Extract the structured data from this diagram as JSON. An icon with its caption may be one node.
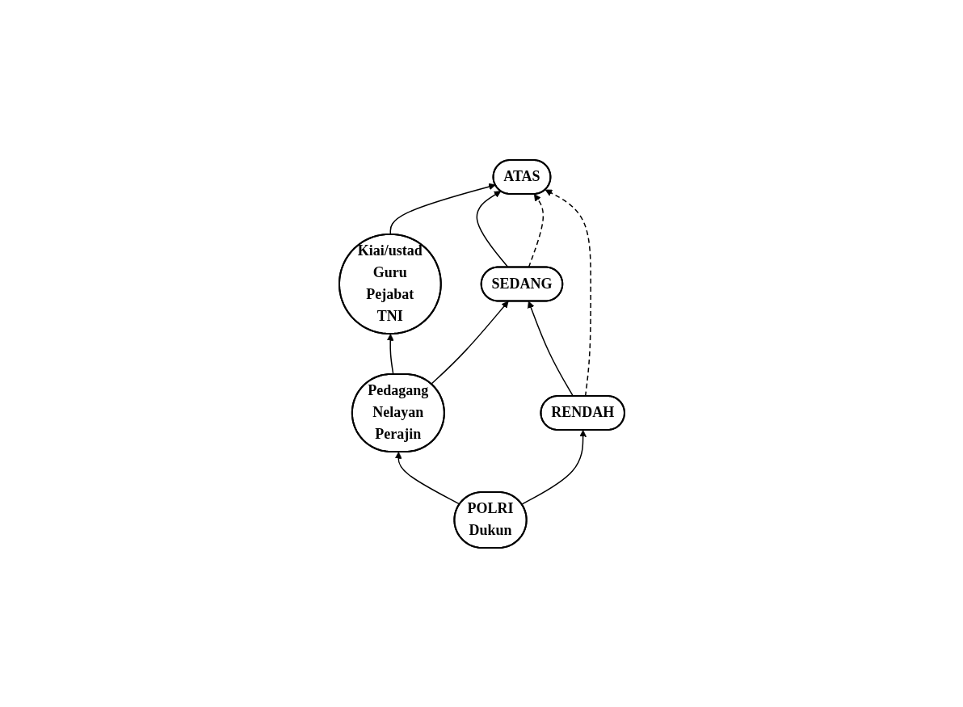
{
  "diagram": {
    "nodes": [
      {
        "text": [
          "Kiai/ustad",
          "Guru",
          "Pejabat",
          "TNI"
        ]
      },
      {
        "text": [
          "ATAS"
        ]
      },
      {
        "text": [
          "Pedagang",
          "Nelayan",
          "Perajin"
        ]
      },
      {
        "text": [
          "SEDANG"
        ]
      },
      {
        "text": [
          "POLRI",
          "Dukun"
        ]
      },
      {
        "text": [
          "RENDAH"
        ]
      }
    ],
    "edges": [
      {
        "from": 0,
        "to": 1,
        "arrow": "to"
      },
      {
        "from": 2,
        "to": 0,
        "arrow": "to"
      },
      {
        "from": 2,
        "to": 3,
        "arrow": "to"
      },
      {
        "from": 3,
        "to": 1,
        "arrow": "to"
      },
      {
        "from": 4,
        "to": 2,
        "arrow": "to"
      },
      {
        "from": 4,
        "to": 5,
        "arrow": "to"
      },
      {
        "from": 5,
        "to": 3,
        "arrow": "to"
      },
      {
        "from": 3,
        "to": 1,
        "arrow": "to",
        "style": "dashed"
      },
      {
        "from": 5,
        "to": 1,
        "arrow": "to",
        "style": "dashed"
      }
    ]
  }
}
